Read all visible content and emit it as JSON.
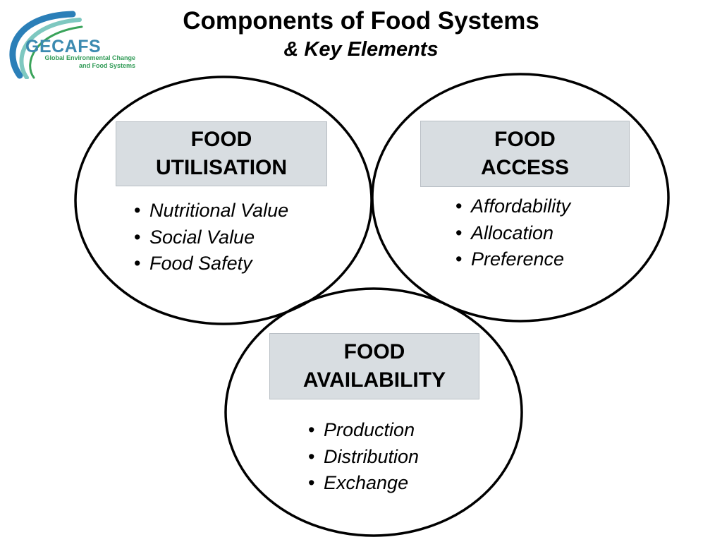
{
  "logo": {
    "word": "GECAFS",
    "tagline_line1": "Global Environmental Change",
    "tagline_line2": "and Food Systems",
    "colors": {
      "arc_blue": "#2b7fb8",
      "arc_teal": "#7ec8c0",
      "arc_green": "#3aa35a",
      "word": "#3b8ab0",
      "tagline": "#2f9a55"
    }
  },
  "title": "Components of Food Systems",
  "subtitle": "& Key Elements",
  "colors": {
    "box_fill": "#d8dde1",
    "box_border": "#b8bec4",
    "circle_stroke": "#000000"
  },
  "components": [
    {
      "id": "utilisation",
      "heading_line1": "FOOD",
      "heading_line2": "UTILISATION",
      "bullet": "•",
      "items": [
        "Nutritional Value",
        "Social Value",
        "Food Safety"
      ]
    },
    {
      "id": "access",
      "heading_line1": "FOOD",
      "heading_line2": "ACCESS",
      "bullet": "•",
      "items": [
        "Affordability",
        "Allocation",
        "Preference"
      ]
    },
    {
      "id": "availability",
      "heading_line1": "FOOD",
      "heading_line2": "AVAILABILITY",
      "bullet": "•",
      "items": [
        "Production",
        "Distribution",
        "Exchange"
      ]
    }
  ]
}
